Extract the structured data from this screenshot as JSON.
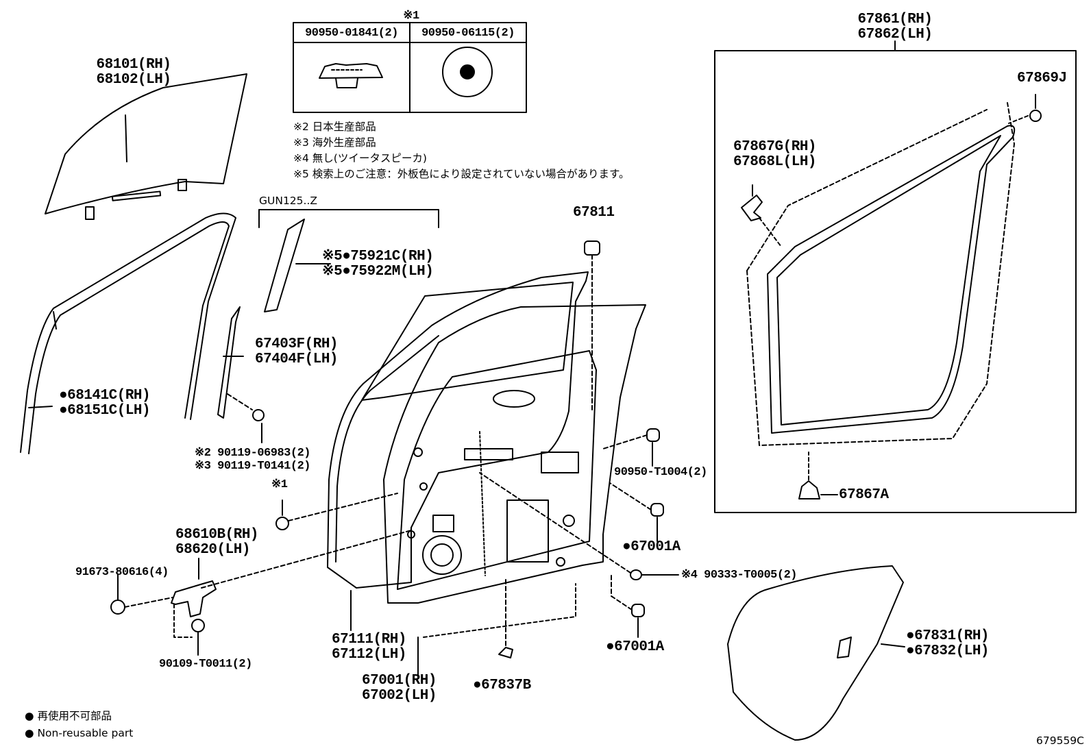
{
  "callout_table": {
    "marker": "※1",
    "col1": "90950-01841(2)",
    "col2": "90950-06115(2)"
  },
  "notes": [
    "※2 日本生産部品",
    "※3 海外生産部品",
    "※4 無し(ツイータスピーカ)",
    "※5 検索上のご注意：外板色により設定されていない場合があります。"
  ],
  "variant_label": "GUN125..Z",
  "parts": {
    "p68101": {
      "rh": "68101(RH)",
      "lh": "68102(LH)"
    },
    "p68141": {
      "rh": "●68141C(RH)",
      "lh": "●68151C(LH)"
    },
    "p75921": {
      "rh": "※5●75921C(RH)",
      "lh": "※5●75922M(LH)"
    },
    "p67403": {
      "rh": "67403F(RH)",
      "lh": "67404F(LH)"
    },
    "p90119": {
      "a": "※2 90119-06983(2)",
      "b": "※3 90119-T0141(2)"
    },
    "p67811": "67811",
    "p_x1": "※1",
    "p68610": {
      "rh": "68610B(RH)",
      "lh": "68620(LH)"
    },
    "p91673": "91673-80616(4)",
    "p90109": "90109-T0011(2)",
    "p67111": {
      "rh": "67111(RH)",
      "lh": "67112(LH)"
    },
    "p67001": {
      "rh": "67001(RH)",
      "lh": "67002(LH)"
    },
    "p67837": "●67837B",
    "p90950": "90950-T1004(2)",
    "p67001a_1": "●67001A",
    "p67001a_2": "●67001A",
    "p90333": "※4 90333-T0005(2)",
    "p67861": {
      "rh": "67861(RH)",
      "lh": "67862(LH)"
    },
    "p67869": "67869J",
    "p67867g": {
      "rh": "67867G(RH)",
      "lh": "67868L(LH)"
    },
    "p67867a": "67867A",
    "p67831": {
      "rh": "●67831(RH)",
      "lh": "●67832(LH)"
    }
  },
  "legend": {
    "line1": "● 再使用不可部品",
    "line2": "● Non-reusable part"
  },
  "diagram_id": "679559C"
}
